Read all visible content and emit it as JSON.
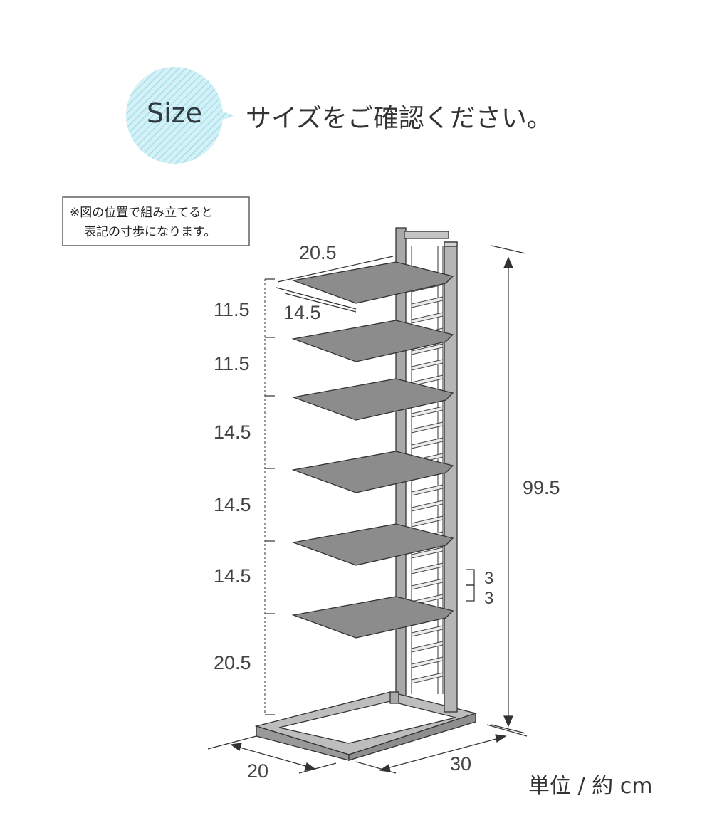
{
  "header": {
    "badge_label": "Size",
    "title": "サイズをご確認ください。"
  },
  "note": {
    "line1": "※図の位置で組み立てると",
    "line2": "表記の寸歩になります。"
  },
  "dimensions": {
    "top_shelf_width": "20.5",
    "top_shelf_depth": "14.5",
    "gap1": "11.5",
    "gap2": "11.5",
    "gap3": "14.5",
    "gap4": "14.5",
    "gap5": "14.5",
    "gap6": "20.5",
    "total_height": "99.5",
    "pitch_a": "3",
    "pitch_b": "3",
    "base_depth": "20",
    "base_width": "30"
  },
  "unit_label": "単位 / 約 cm",
  "colors": {
    "badge_fill": "#bfe8ef",
    "shelf_fill": "#8c8c8c",
    "frame_fill": "#a9a9a9",
    "line": "#333333"
  }
}
